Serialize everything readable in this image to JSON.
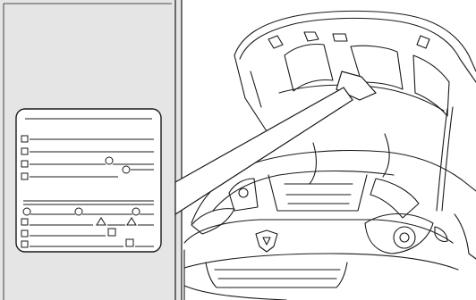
{
  "figure": {
    "background": "#e5e5e5",
    "panel_fill": "#ffffff",
    "stroke": "#1a1a1a",
    "label_rows_top": [
      "checkbox",
      "checkbox",
      "checkbox-circle-circle",
      "checkbox"
    ],
    "label_rows_bottom": [
      "circle-circle-circle",
      "checkbox-triangle-triangle",
      "checkbox-square",
      "checkbox-square"
    ]
  }
}
